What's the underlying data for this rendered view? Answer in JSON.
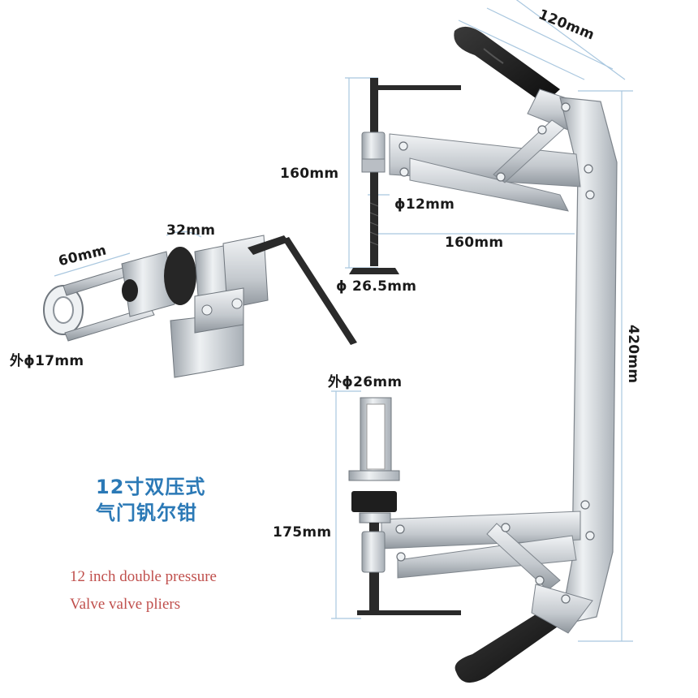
{
  "title_cn": {
    "line1": "12寸双压式",
    "line2": "气门钒尔钳"
  },
  "title_en": {
    "line1": "12 inch double pressure",
    "line2": "Valve valve pliers"
  },
  "dimensions": {
    "top_width": "120mm",
    "height_total": "420mm",
    "upper_screw_length": "160mm",
    "screw_diameter": "ϕ12mm",
    "arm_reach": "160mm",
    "pad_diameter": "ϕ 26.5mm",
    "adapter_length": "60mm",
    "adapter_nut": "32mm",
    "adapter_outer": "外ϕ17mm",
    "lower_adapter_outer": "外ϕ26mm",
    "lower_screw_length": "175mm"
  },
  "colors": {
    "steel": "#c9ced3",
    "steel_dark": "#8d949b",
    "grip": "#1b1b1b",
    "dim_line": "#a9c7df",
    "title_cn": "#2b79b6",
    "title_en": "#c0504d"
  }
}
